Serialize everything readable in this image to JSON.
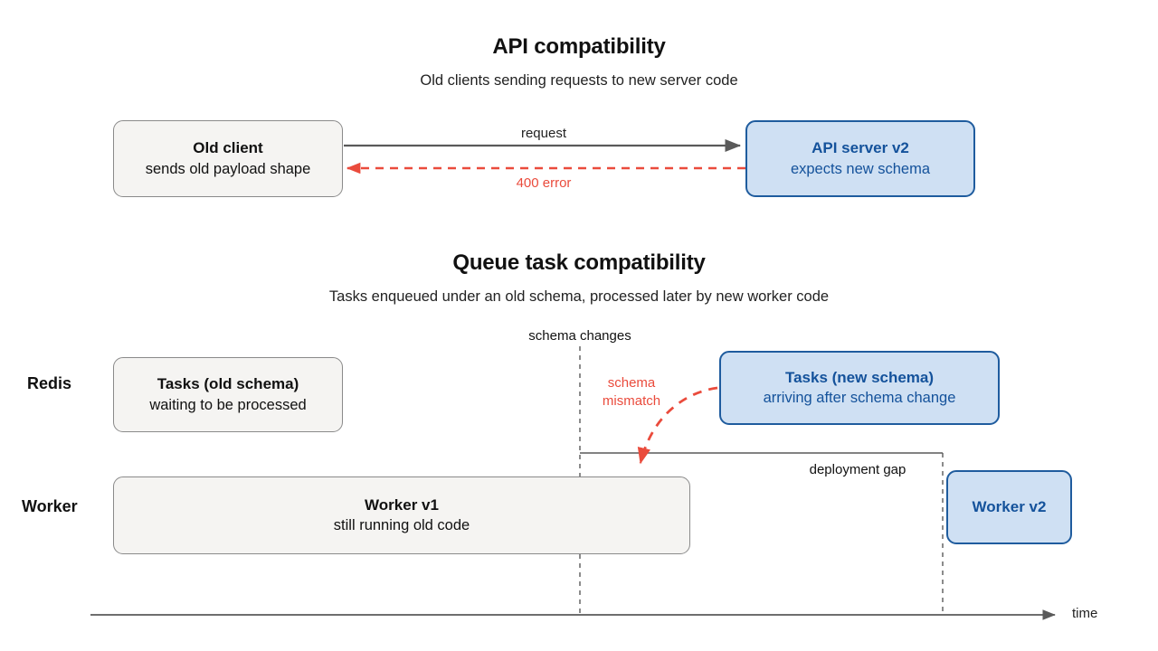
{
  "page": {
    "background": "#ffffff",
    "accent_blue": "#14529b",
    "blue_fill": "#cfe0f3",
    "blue_border": "#1f5c9e",
    "grey_fill": "#f5f4f2",
    "grey_border": "#8a8a8a",
    "error_red": "#ea4b3c",
    "line_grey": "#5a5a5a"
  },
  "api_section": {
    "title": "API compatibility",
    "subtitle": "Old clients sending requests to new server code",
    "client_box": {
      "title": "Old client",
      "desc": "sends old payload shape"
    },
    "server_box": {
      "title": "API server v2",
      "desc": "expects new schema"
    },
    "request_label": "request",
    "error_label": "400 error"
  },
  "queue_section": {
    "title": "Queue task compatibility",
    "subtitle": "Tasks enqueued under an old schema, processed later by new worker code",
    "row_labels": {
      "redis": "Redis",
      "worker": "Worker"
    },
    "schema_changes_label": "schema changes",
    "deployment_gap_label": "deployment gap",
    "mismatch_label_line1": "schema",
    "mismatch_label_line2": "mismatch",
    "time_axis_label": "time",
    "old_tasks_box": {
      "title": "Tasks (old schema)",
      "desc": "waiting to be processed"
    },
    "new_tasks_box": {
      "title": "Tasks (new schema)",
      "desc": "arriving after schema change"
    },
    "worker_v1_box": {
      "title": "Worker v1",
      "desc": "still running old code"
    },
    "worker_v2_box": {
      "title": "Worker v2",
      "desc": ""
    }
  }
}
